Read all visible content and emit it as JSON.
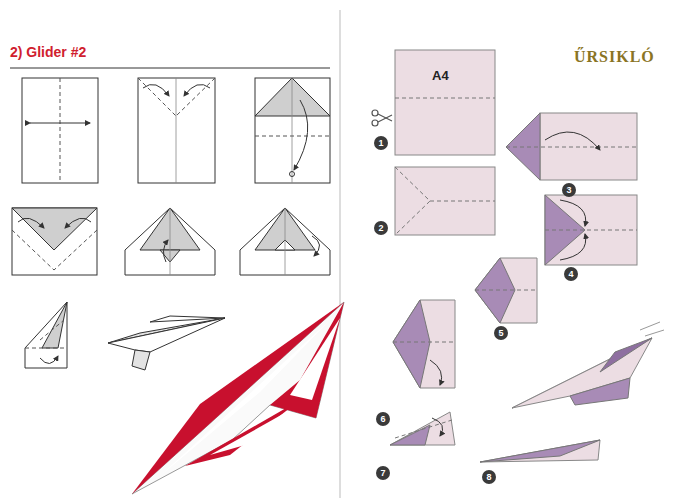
{
  "diagram": {
    "title": "2) Glider #2",
    "labels": [
      "ŰRSIKLÓ",
      "A4",
      "1",
      "2",
      "3",
      "4",
      "5",
      "6",
      "7",
      "8"
    ]
  }
}
